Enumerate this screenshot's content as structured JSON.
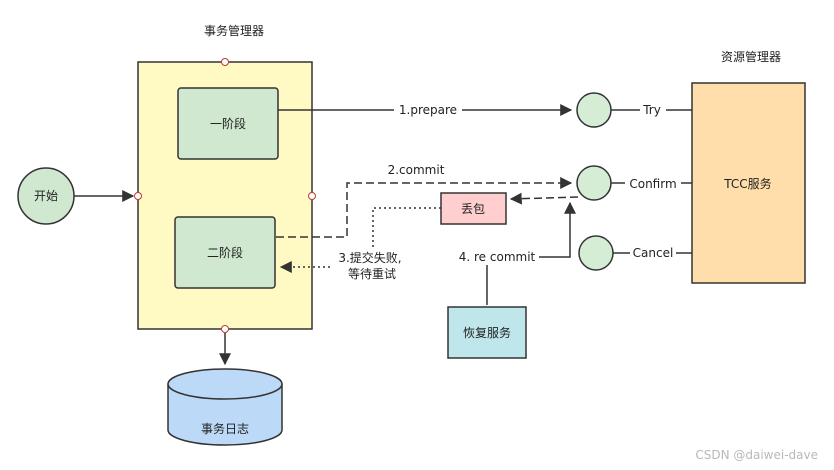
{
  "diagram": {
    "txn_manager": {
      "title": "事务管理器",
      "phase1": "一阶段",
      "phase2": "二阶段"
    },
    "start": "开始",
    "txn_log": "事务日志",
    "resource_manager": {
      "title": "资源管理器",
      "service": "TCC服务"
    },
    "ports": {
      "try": "Try",
      "confirm": "Confirm",
      "cancel": "Cancel"
    },
    "lost_packet": "丢包",
    "recovery_service": "恢复服务",
    "edges": {
      "prepare": "1.prepare",
      "commit": "2.commit",
      "retry_line1": "3.提交失败,",
      "retry_line2": "等待重试",
      "recommit": "4. re commit"
    },
    "watermark": "CSDN @daiwei-dave",
    "colors": {
      "manager_fill": "#fff9c4",
      "phase_fill": "#cfe8cf",
      "phase_stroke": "#4a8a4a",
      "service_fill": "#ffdeab",
      "log_fill": "#bcdaf7",
      "lost_fill": "#ffcfcf",
      "lost_stroke": "#cc5555",
      "recovery_fill": "#bfe6ea",
      "recovery_stroke": "#3f8f96",
      "port_fill": "#d5ecd5"
    }
  }
}
